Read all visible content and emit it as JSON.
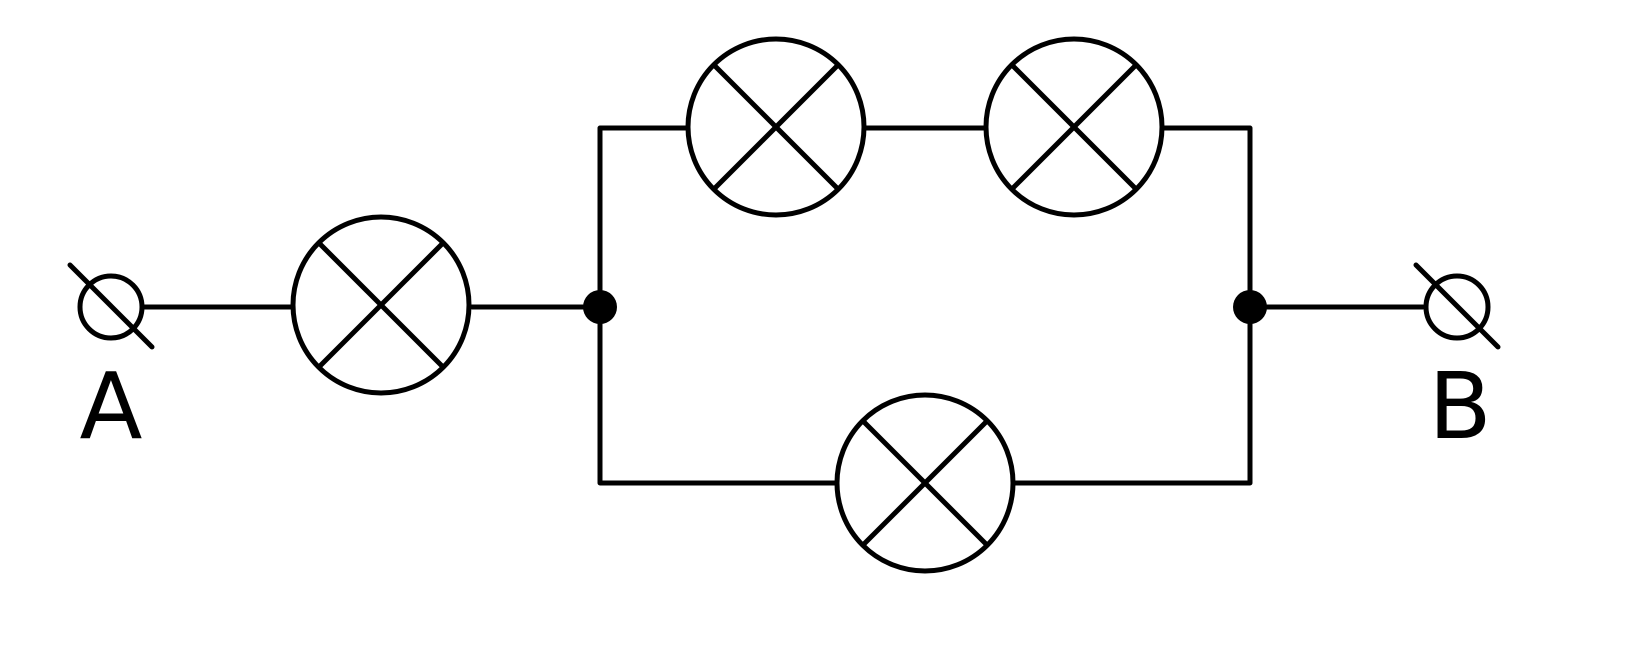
{
  "diagram": {
    "terminals": {
      "a": {
        "label": "A"
      },
      "b": {
        "label": "B"
      }
    },
    "components": [
      {
        "kind": "lamp",
        "name": "series-lamp"
      },
      {
        "kind": "lamp",
        "name": "upper-branch-lamp-1"
      },
      {
        "kind": "lamp",
        "name": "upper-branch-lamp-2"
      },
      {
        "kind": "lamp",
        "name": "lower-branch-lamp"
      }
    ],
    "colors": {
      "stroke": "#000000",
      "background": "#ffffff"
    }
  }
}
